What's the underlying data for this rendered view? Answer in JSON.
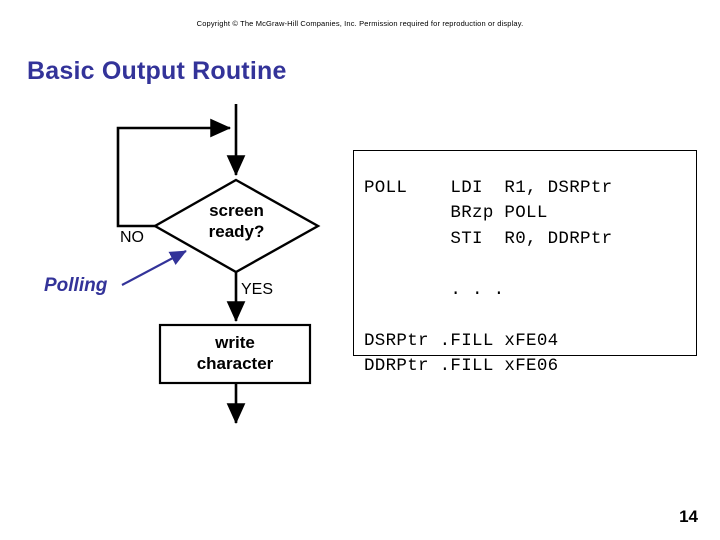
{
  "slide": {
    "copyright": "Copyright © The McGraw-Hill Companies, Inc. Permission required for reproduction or display.",
    "title": "Basic Output Routine",
    "page_number": "14",
    "title_color": "#333399",
    "accent_color": "#333399",
    "stroke_color": "#000000",
    "background": "#ffffff"
  },
  "flowchart": {
    "decision": {
      "line1": "screen",
      "line2": "ready?"
    },
    "process": {
      "line1": "write",
      "line2": "character"
    },
    "branch_no": "NO",
    "branch_yes": "YES",
    "annotation": "Polling"
  },
  "code": {
    "lines": [
      "POLL    LDI  R1, DSRPtr",
      "        BRzp POLL",
      "        STI  R0, DDRPtr",
      "",
      "        . . .",
      "",
      "DSRPtr .FILL xFE04",
      "DDRPtr .FILL xFE06"
    ],
    "text": "POLL    LDI  R1, DSRPtr\n        BRzp POLL\n        STI  R0, DDRPtr\n\n        . . .\n\nDSRPtr .FILL xFE04\nDDRPtr .FILL xFE06"
  }
}
